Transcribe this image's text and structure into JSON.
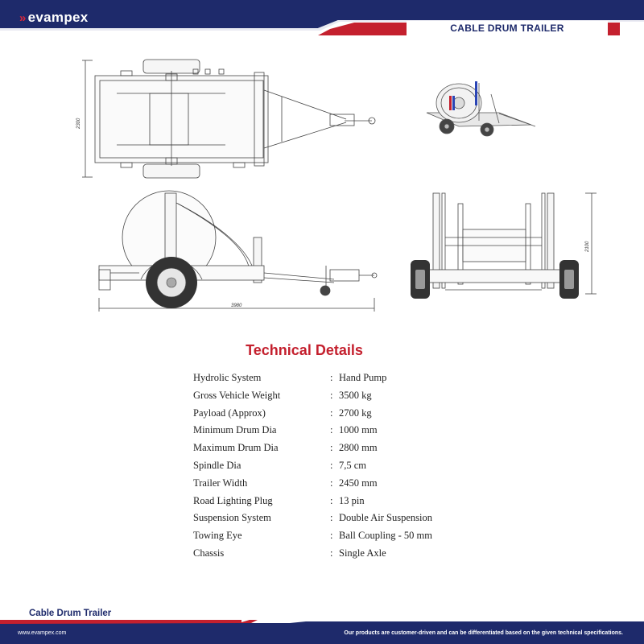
{
  "header": {
    "brand": "evampex",
    "title": "CABLE DRUM TRAILER"
  },
  "drawings": {
    "top_view_width_dim": "2300",
    "side_view_length_dim": "3980",
    "rear_view_height_dim": "2100"
  },
  "technical": {
    "title": "Technical Details",
    "specs": [
      {
        "label": "Hydrolic System",
        "value": "Hand Pump"
      },
      {
        "label": "Gross Vehicle Weight",
        "value": "3500 kg"
      },
      {
        "label": "Payload (Approx)",
        "value": "2700 kg"
      },
      {
        "label": "Minimum Drum Dia",
        "value": "1000 mm"
      },
      {
        "label": "Maximum Drum Dia",
        "value": "2800 mm"
      },
      {
        "label": "Spindle Dia",
        "value": "7,5 cm"
      },
      {
        "label": "Trailer Width",
        "value": "2450 mm"
      },
      {
        "label": "Road Lighting Plug",
        "value": "13 pin"
      },
      {
        "label": "Suspension System",
        "value": "Double Air Suspension"
      },
      {
        "label": "Towing Eye",
        "value": "Ball Coupling - 50 mm"
      },
      {
        "label": "Chassis",
        "value": "Single Axle"
      }
    ]
  },
  "footer": {
    "product": "Cable Drum Trailer",
    "url": "www.evampex.com",
    "note": "Our products are customer-driven and can be differentiated based on the given technical specifications."
  },
  "colors": {
    "navy": "#1e2a6b",
    "red": "#c4202e"
  }
}
